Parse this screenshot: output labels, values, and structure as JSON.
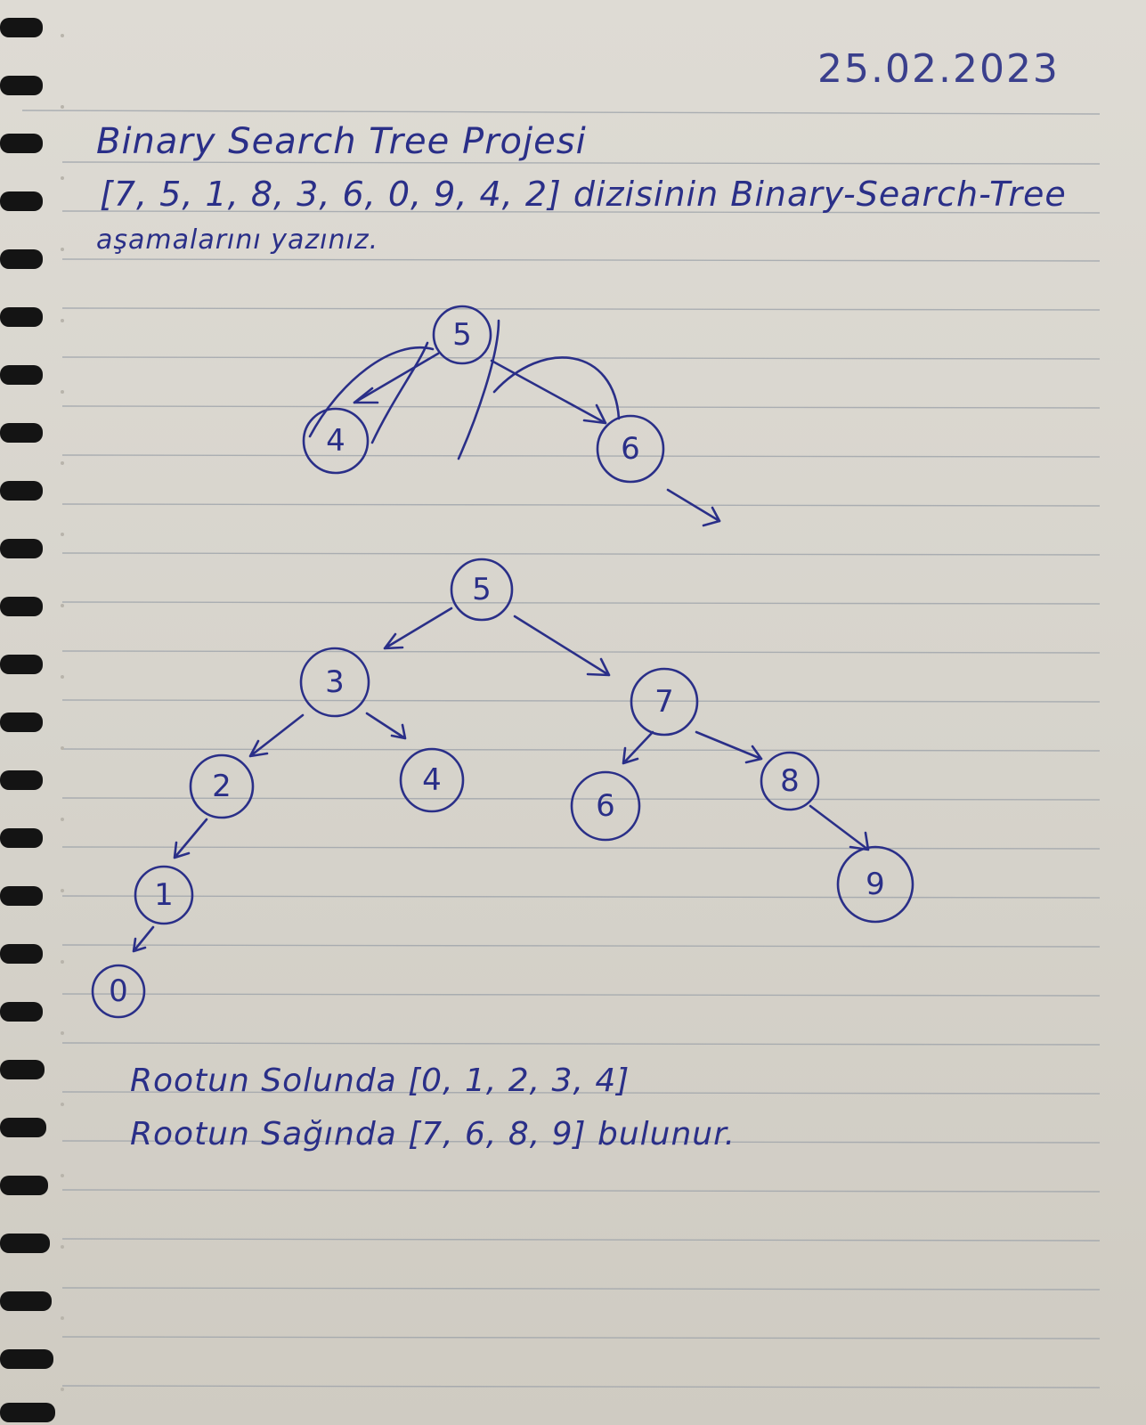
{
  "header": {
    "date": "25.02.2023"
  },
  "assignment": {
    "title": "Binary Search Tree Projesi",
    "array_line": "[7, 5, 1, 8, 3, 6, 0, 9, 4, 2] dizisinin Binary-Search-Tree",
    "task_line": "aşamalarını yazınız."
  },
  "tree_sketch": {
    "nodes": [
      {
        "id": "root",
        "label": "5"
      },
      {
        "id": "left",
        "label": "4"
      },
      {
        "id": "right",
        "label": "6"
      }
    ]
  },
  "tree_final": {
    "nodes": [
      {
        "id": "n5",
        "label": "5"
      },
      {
        "id": "n3",
        "label": "3"
      },
      {
        "id": "n7",
        "label": "7"
      },
      {
        "id": "n2",
        "label": "2"
      },
      {
        "id": "n4",
        "label": "4"
      },
      {
        "id": "n6",
        "label": "6"
      },
      {
        "id": "n8",
        "label": "8"
      },
      {
        "id": "n1",
        "label": "1"
      },
      {
        "id": "n9",
        "label": "9"
      },
      {
        "id": "n0",
        "label": "0"
      }
    ]
  },
  "conclusion": {
    "left_line": "Rootun Solunda [0, 1, 2, 3, 4]",
    "right_line": "Rootun Sağında [7, 6, 8, 9] bulunur."
  },
  "colors": {
    "ink": "#2a2f88",
    "paper": "#dedbd4",
    "rule": "#9aa0a8",
    "spiral": "#111111"
  }
}
